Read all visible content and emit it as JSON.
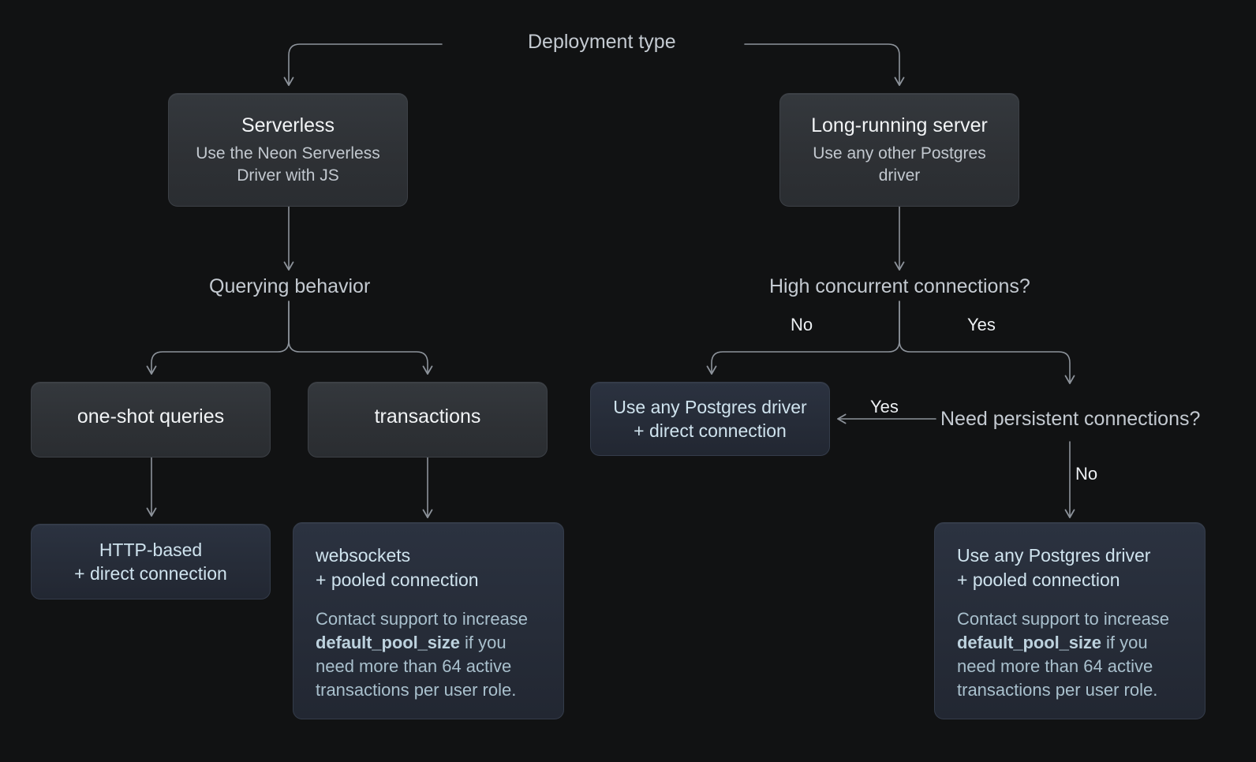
{
  "diagram": {
    "title": "Deployment type",
    "background_color": "#111213",
    "accent_blue": "#cfe3ee",
    "node_gray": "#2e3135",
    "node_blue": "#262c38",
    "wire_color": "#8d939b"
  },
  "labels": {
    "deployment_type": "Deployment type",
    "querying_behavior": "Querying behavior",
    "high_concurrent": "High concurrent connections?",
    "need_persistent": "Need persistent connections?",
    "edge_no_left": "No",
    "edge_yes_right": "Yes",
    "edge_yes_persistent": "Yes",
    "edge_no_persistent": "No"
  },
  "nodes": {
    "serverless": {
      "title": "Serverless",
      "subtitle": "Use the Neon Serverless Driver with JS"
    },
    "long_running": {
      "title": "Long-running server",
      "subtitle": "Use any other Postgres driver"
    },
    "one_shot": {
      "title": "one-shot queries"
    },
    "transactions": {
      "title": "transactions"
    },
    "direct_driver": {
      "line1": "Use any Postgres driver",
      "line2": "+ direct connection"
    },
    "http_based": {
      "line1": "HTTP-based",
      "line2": "+ direct connection"
    },
    "websockets": {
      "headline": "websockets\n+ pooled connection",
      "body_pre": "Contact support to increase ",
      "body_code": "default_pool_size",
      "body_post": " if you need more than 64 active transactions per user role."
    },
    "pooled_driver": {
      "headline": "Use any Postgres driver\n+ pooled connection",
      "body_pre": "Contact support to increase ",
      "body_code": "default_pool_size",
      "body_post": " if you need more than 64 active transactions per user role."
    }
  }
}
